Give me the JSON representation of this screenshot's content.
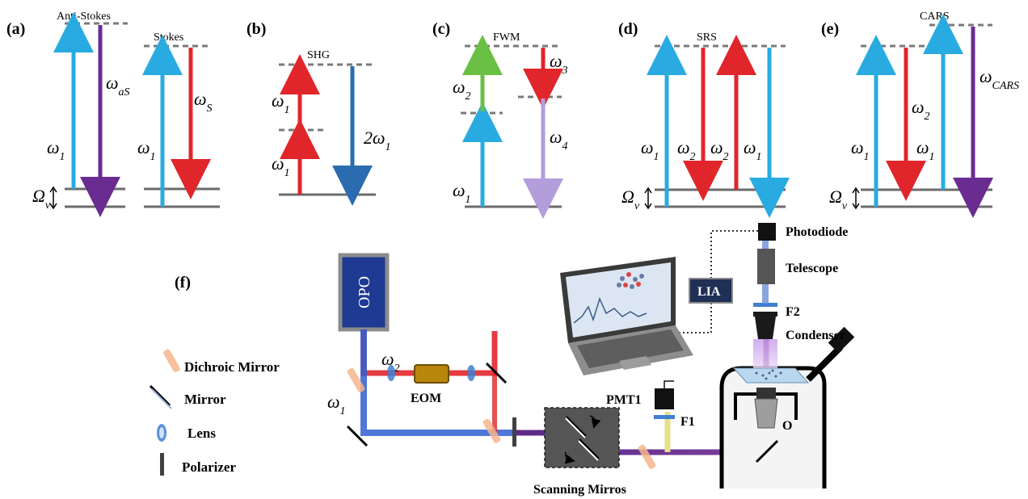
{
  "panels": {
    "a": {
      "tag": "(a)",
      "title_antistokes": "Anti-Stokes",
      "title_stokes": "Stokes",
      "w1": "ω",
      "w1_sub": "1",
      "was": "ω",
      "was_sub": "aS",
      "ws": "ω",
      "ws_sub": "S",
      "omega_v": "Ω",
      "omega_v_sub": "ν"
    },
    "b": {
      "tag": "(b)",
      "title": "SHG",
      "w1": "ω",
      "w1_sub": "1",
      "w2w1": "2ω",
      "w2w1_sub": "1"
    },
    "c": {
      "tag": "(c)",
      "title": "FWM",
      "w1": "ω",
      "w1_sub": "1",
      "w2": "ω",
      "w2_sub": "2",
      "w3": "ω",
      "w3_sub": "3",
      "w4": "ω",
      "w4_sub": "4"
    },
    "d": {
      "tag": "(d)",
      "title": "SRS",
      "w1": "ω",
      "w1_sub": "1",
      "w2": "ω",
      "w2_sub": "2",
      "omega_v": "Ω",
      "omega_v_sub": "ν"
    },
    "e": {
      "tag": "(e)",
      "title": "CARS",
      "w1": "ω",
      "w1_sub": "1",
      "w2": "ω",
      "w2_sub": "2",
      "wcars": "ω",
      "wcars_sub": "CARS",
      "omega_v": "Ω",
      "omega_v_sub": "ν"
    },
    "f": {
      "tag": "(f)"
    }
  },
  "legend": {
    "dichroic": "Dichroic Mirror",
    "mirror": "Mirror",
    "lens": "Lens",
    "polarizer": "Polarizer"
  },
  "components": {
    "opo": "OPO",
    "eom": "EOM",
    "lia": "LIA",
    "photodiode": "Photodiode",
    "telescope": "Telescope",
    "f2": "F2",
    "condenser": "Condenser",
    "pmt1": "PMT1",
    "f1": "F1",
    "objective": "O",
    "scanning": "Scanning Mirros",
    "w1": "ω",
    "w1_sub": "1",
    "w2": "ω",
    "w2_sub": "2"
  },
  "colors": {
    "pump_blue": "#29abe2",
    "stokes_red": "#e0262b",
    "antistokes_purple": "#6a2c91",
    "shg_blue": "#2b6cb0",
    "fwm_green": "#6abf45",
    "fwm_lavender": "#b39ddb",
    "opo_box": "#1f3a93",
    "eom_box": "#b8860b"
  }
}
